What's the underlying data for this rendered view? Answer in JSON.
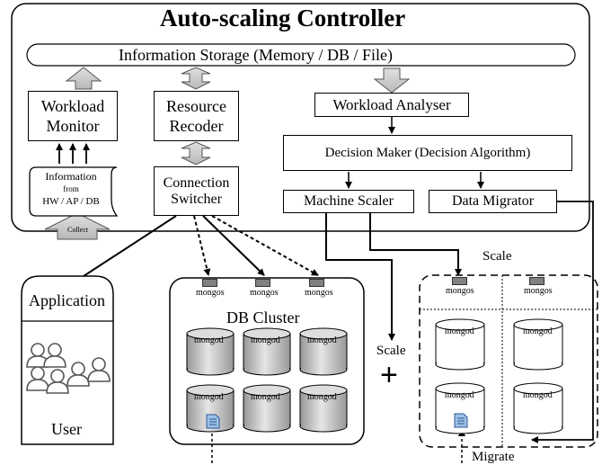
{
  "controller": {
    "title": "Auto-scaling Controller",
    "storage": "Information Storage (Memory / DB / File)",
    "workload_monitor": [
      "Workload",
      "Monitor"
    ],
    "resource_recoder": [
      "Resource",
      "Recoder"
    ],
    "workload_analyser": "Workload Analyser",
    "decision_maker": "Decision Maker (Decision Algorithm)",
    "connection_switcher": [
      "Connection",
      "Switcher"
    ],
    "machine_scaler": "Machine Scaler",
    "data_migrator": "Data Migrator",
    "information": [
      "Information",
      "from",
      "HW / AP / DB"
    ],
    "collect": "Collect"
  },
  "application": {
    "label": "Application",
    "user": "User"
  },
  "db_cluster": {
    "title": "DB Cluster",
    "mongos": [
      "mongos",
      "mongos",
      "mongos"
    ],
    "mongod": [
      "mongod",
      "mongod",
      "mongod",
      "mongod",
      "mongod",
      "mongod"
    ]
  },
  "new_cluster": {
    "mongos": [
      "mongos",
      "mongos"
    ],
    "mongod": [
      "mongod",
      "mongod",
      "mongod",
      "mongod"
    ]
  },
  "annotations": {
    "scale_top": "Scale",
    "scale_mid": "Scale",
    "plus": "+",
    "migrate": "Migrate"
  }
}
